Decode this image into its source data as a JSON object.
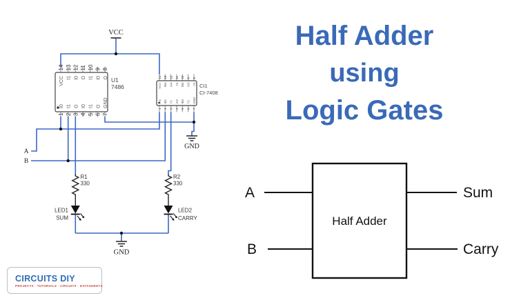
{
  "title": {
    "line1": "Half Adder",
    "line2": "using",
    "line3": "Logic Gates"
  },
  "schematic": {
    "vcc_label": "VCC",
    "gnd_right_label": "GND",
    "gnd_bottom_label": "GND",
    "input_a": "A",
    "input_b": "B",
    "u1": {
      "ref": "U1",
      "part": "7486",
      "pins_top_numbers": [
        "14",
        "13",
        "12",
        "11",
        "10",
        "9",
        "8"
      ],
      "pins_top_labels": [
        "VCC",
        "I1",
        "I0",
        "O",
        "I1",
        "I0",
        "O"
      ],
      "pins_bottom_numbers": [
        "1",
        "2",
        "3",
        "4",
        "5",
        "6",
        "7"
      ],
      "pins_bottom_labels": [
        "I0",
        "I1",
        "O",
        "I0",
        "I1",
        "O",
        "GND"
      ]
    },
    "ci1": {
      "ref": "CI1",
      "part": "CI-7408",
      "pins_top_numbers": [
        "14",
        "13",
        "12",
        "11",
        "10",
        "9",
        "8"
      ],
      "pins_top_labels": [
        "VCC",
        "IB4",
        "IA4",
        "Y4",
        "IB3",
        "IA3",
        "Y3"
      ],
      "pins_bottom_numbers": [
        "1",
        "2",
        "3",
        "4",
        "5",
        "6",
        "7"
      ],
      "pins_bottom_labels": [
        "IA1",
        "IB1",
        "Y1",
        "IA2",
        "IB2",
        "Y2",
        "GND"
      ]
    },
    "r1": {
      "ref": "R1",
      "value": "330"
    },
    "r2": {
      "ref": "R2",
      "value": "330"
    },
    "led1": {
      "ref": "LED1",
      "net": "SUM"
    },
    "led2": {
      "ref": "LED2",
      "net": "CARRY"
    },
    "colors": {
      "wire": "#3a66c8",
      "component": "#222222",
      "ic_text": "#555555"
    }
  },
  "block_diagram": {
    "label": "Half Adder",
    "input_a": "A",
    "input_b": "B",
    "output_sum": "Sum",
    "output_carry": "Carry"
  },
  "logo": {
    "name": "CIRCUITS DIY",
    "tagline": "PROJECTS · TUTORIALS · CIRCUITS · DATASHEETS"
  },
  "colors": {
    "title_blue": "#3a6ab8",
    "logo_blue": "#2e6db6",
    "logo_red": "#c94b43"
  }
}
